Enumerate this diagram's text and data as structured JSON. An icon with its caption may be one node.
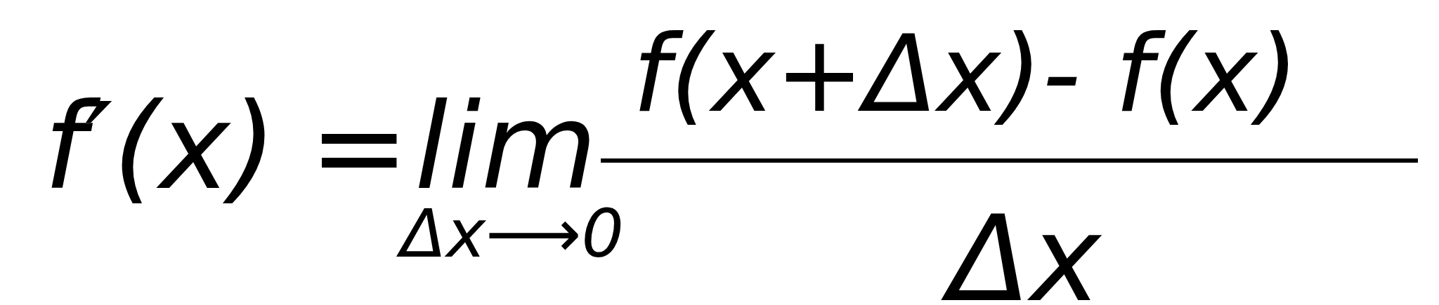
{
  "diagram": {
    "labels": [
      "f′(x)",
      "=",
      "lim",
      "Δx⟶0",
      "f(x+Δx)- f(x)",
      "Δx"
    ]
  }
}
